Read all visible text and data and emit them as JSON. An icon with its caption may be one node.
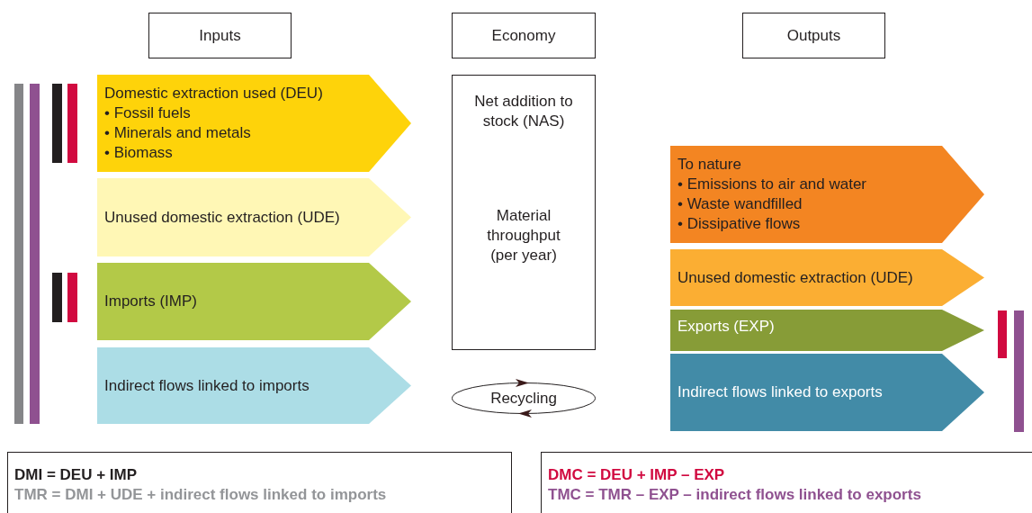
{
  "diagram": {
    "nodes": [
      {
        "text": [
          "Inputs"
        ]
      },
      {
        "text": [
          "Economy"
        ]
      },
      {
        "text": [
          "Outputs"
        ]
      },
      {
        "text": [
          "Domestic extraction used (DEU)",
          "• Fossil fuels",
          "• Minerals and metals",
          "• Biomass"
        ]
      },
      {
        "text": [
          "Unused domestic extraction (UDE)"
        ]
      },
      {
        "text": [
          "Imports (IMP)"
        ]
      },
      {
        "text": [
          "Indirect flows linked to imports"
        ]
      },
      {
        "text": [
          "Net addition to stock (NAS)"
        ]
      },
      {
        "text": [
          "Material throughput (per year)"
        ]
      },
      {
        "text": [
          "Recycling"
        ]
      },
      {
        "text": [
          "To nature",
          "• Emissions to air and water",
          "• Waste wandfilled",
          "• Dissipative flows"
        ]
      },
      {
        "text": [
          "Unused domestic extraction (UDE)"
        ]
      },
      {
        "text": [
          "Exports (EXP)"
        ]
      },
      {
        "text": [
          "Indirect flows linked to exports"
        ]
      },
      {
        "text": [
          "DMI = DEU + IMP",
          "TMR = DMI + UDE + indirect flows linked to imports"
        ]
      },
      {
        "text": [
          "DMC = DEU + IMP – EXP",
          "TMC = TMR – EXP – indirect flows linked to exports"
        ]
      }
    ]
  }
}
